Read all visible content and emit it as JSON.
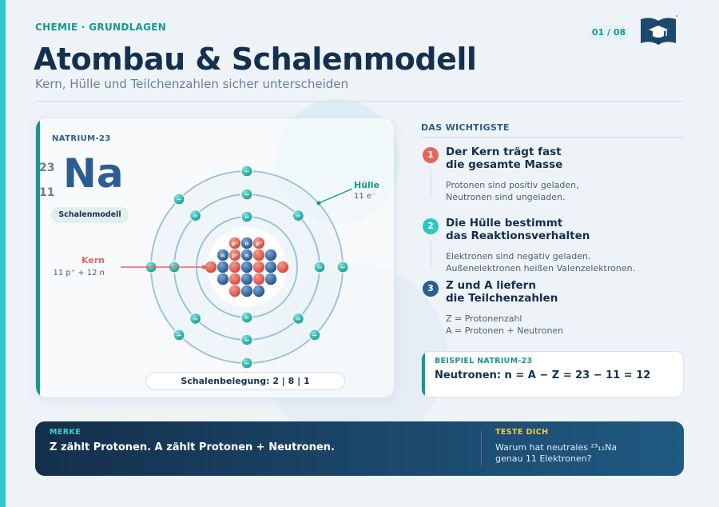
{
  "header": {
    "eyebrow": "CHEMIE · GRUNDLAGEN",
    "title": "Atombau & Schalenmodell",
    "subtitle": "Kern, Hülle und Teilchenzahlen sicher unterscheiden",
    "page_counter": "01 / 08",
    "logo_icon": "book-graduation-cap-icon"
  },
  "atom_card": {
    "element_name": "NATRIUM-23",
    "mass_number": "23",
    "atomic_number": "11",
    "symbol": "Na",
    "badge": "Schalenmodell",
    "shell_label": "Hülle",
    "shell_detail": "11 e⁻",
    "nucleus_label": "Kern",
    "nucleus_detail": "11 p⁺ + 12 n",
    "proton_symbol": "p⁺",
    "neutron_symbol": "n",
    "electron_symbol": "−",
    "shell_configuration": "Schalenbelegung: 2 | 8 | 1",
    "electrons_per_shell": [
      2,
      8,
      1
    ],
    "protons": 11,
    "neutrons": 12
  },
  "key_points": {
    "section_label": "DAS WICHTIGSTE",
    "items": [
      {
        "number": "1",
        "heading_line1": "Der Kern trägt fast",
        "heading_line2": "die gesamte Masse",
        "body_line1": "Protonen sind positiv geladen,",
        "body_line2": "Neutronen sind ungeladen.",
        "color": "#e5675a"
      },
      {
        "number": "2",
        "heading_line1": "Die Hülle bestimmt",
        "heading_line2": "das Reaktionsverhalten",
        "body_line1": "Elektronen sind negativ geladen.",
        "body_line2": "Außenelektronen heißen Valenzelektronen.",
        "color": "#2ec7c3"
      },
      {
        "number": "3",
        "heading_line1": "Z und A liefern",
        "heading_line2": "die Teilchenzahlen",
        "body_line1": "Z = Protonenzahl",
        "body_line2": "A = Protonen + Neutronen",
        "color": "#2b5d93"
      }
    ]
  },
  "example": {
    "label": "BEISPIEL NATRIUM-23",
    "formula": "Neutronen: n = A − Z = 23 − 11 = 12"
  },
  "banner": {
    "remember_label": "MERKE",
    "remember_text": "Z zählt Protonen. A zählt Protonen + Neutronen.",
    "test_label": "TESTE DICH",
    "test_line1": "Warum hat neutrales ²³₁₁Na",
    "test_line2": "genau 11 Elektronen?"
  },
  "colors": {
    "accent_teal": "#2ec7c3",
    "dark_navy": "#15304e",
    "proton_red": "#e5675a",
    "neutron_blue": "#2b5d93",
    "electron_teal": "#2bbfb5"
  }
}
